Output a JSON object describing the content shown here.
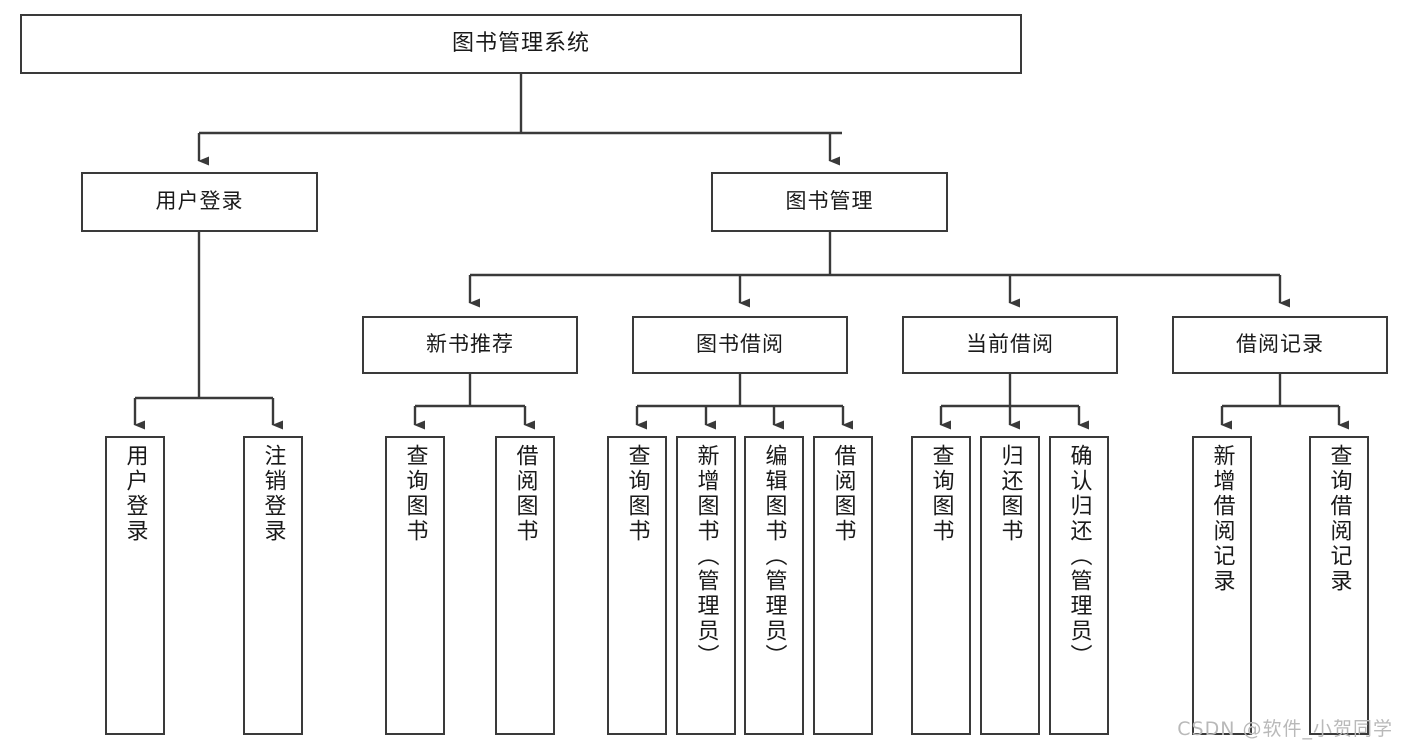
{
  "diagram": {
    "title": "图书管理系统",
    "type": "tree",
    "watermark": "CSDN @软件_小贺同学",
    "colors": {
      "stroke": "#3a3a3a",
      "fill": "#ffffff",
      "text": "#1a1a1a",
      "watermark": "#b9b9b9"
    },
    "levels": {
      "root": {
        "label": "图书管理系统"
      },
      "level2": [
        {
          "id": "user-login",
          "label": "用户登录"
        },
        {
          "id": "book-management",
          "label": "图书管理"
        }
      ],
      "level3": [
        {
          "id": "new-book-recommend",
          "label": "新书推荐"
        },
        {
          "id": "book-borrow",
          "label": "图书借阅"
        },
        {
          "id": "current-borrow",
          "label": "当前借阅"
        },
        {
          "id": "borrow-record",
          "label": "借阅记录"
        }
      ],
      "leaves": {
        "user-login": [
          {
            "id": "leaf-user-login",
            "label": "用户登录"
          },
          {
            "id": "leaf-user-logout",
            "label": "注销登录"
          }
        ],
        "new-book-recommend": [
          {
            "id": "leaf-query-book-1",
            "label": "查询图书"
          },
          {
            "id": "leaf-borrow-book-1",
            "label": "借阅图书"
          }
        ],
        "book-borrow": [
          {
            "id": "leaf-query-book-2",
            "label": "查询图书"
          },
          {
            "id": "leaf-add-book",
            "label": "新增图书（管理员）"
          },
          {
            "id": "leaf-edit-book",
            "label": "编辑图书（管理员）"
          },
          {
            "id": "leaf-borrow-book-2",
            "label": "借阅图书"
          }
        ],
        "current-borrow": [
          {
            "id": "leaf-query-book-3",
            "label": "查询图书"
          },
          {
            "id": "leaf-return-book",
            "label": "归还图书"
          },
          {
            "id": "leaf-confirm-return",
            "label": "确认归还（管理员）"
          }
        ],
        "borrow-record": [
          {
            "id": "leaf-add-record",
            "label": "新增借阅记录"
          },
          {
            "id": "leaf-query-record",
            "label": "查询借阅记录"
          }
        ]
      }
    }
  }
}
